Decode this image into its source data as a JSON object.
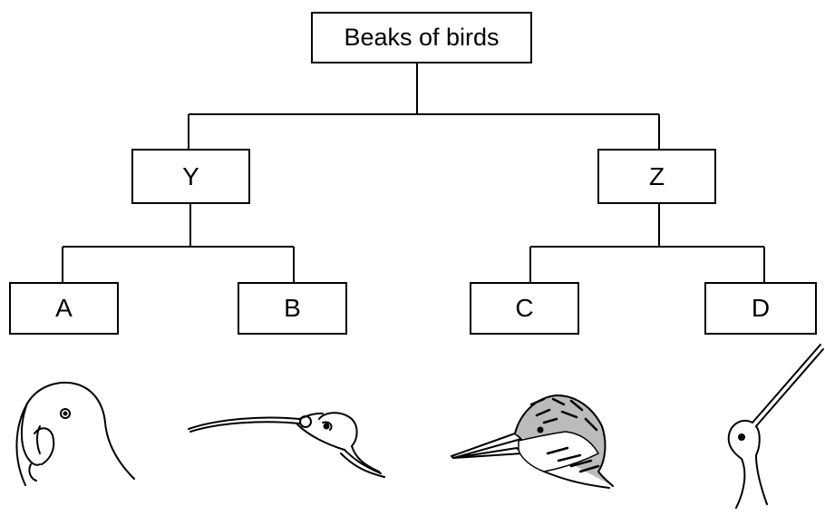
{
  "diagram": {
    "root": "Beaks of birds",
    "groups": [
      {
        "label": "Y",
        "children": [
          "A",
          "B"
        ]
      },
      {
        "label": "Z",
        "children": [
          "C",
          "D"
        ]
      }
    ]
  },
  "illustrations": [
    {
      "icon": "parrot-head-icon",
      "beak": "hooked"
    },
    {
      "icon": "curlew-head-icon",
      "beak": "long-curved"
    },
    {
      "icon": "kingfisher-head-icon",
      "beak": "dagger-shaped"
    },
    {
      "icon": "snipe-head-icon",
      "beak": "long-straight-thin"
    }
  ]
}
